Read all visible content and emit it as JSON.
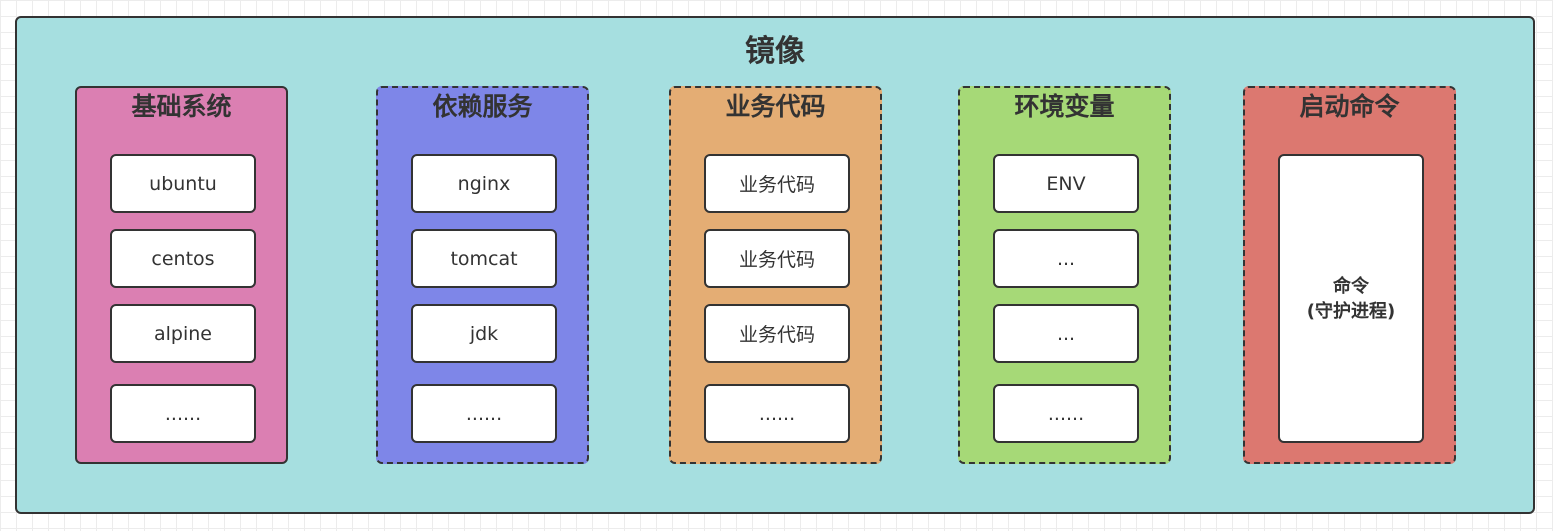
{
  "diagram": {
    "title": "镜像",
    "background_color": "#a6dfe0",
    "groups": [
      {
        "title": "基础系统",
        "color": "#db7fb2",
        "border": "solid",
        "items": [
          "ubuntu",
          "centos",
          "alpine",
          "......"
        ]
      },
      {
        "title": "依赖服务",
        "color": "#7e86e8",
        "border": "dashed",
        "items": [
          "nginx",
          "tomcat",
          "jdk",
          "......"
        ]
      },
      {
        "title": "业务代码",
        "color": "#e4ad74",
        "border": "dashed",
        "items": [
          "业务代码",
          "业务代码",
          "业务代码",
          "......"
        ]
      },
      {
        "title": "环境变量",
        "color": "#a6d977",
        "border": "dashed",
        "items": [
          "ENV",
          "...",
          "...",
          "......"
        ]
      },
      {
        "title": "启动命令",
        "color": "#dc7870",
        "border": "dashed",
        "command": {
          "line1": "命令",
          "line2": "(守护进程)"
        }
      }
    ]
  }
}
